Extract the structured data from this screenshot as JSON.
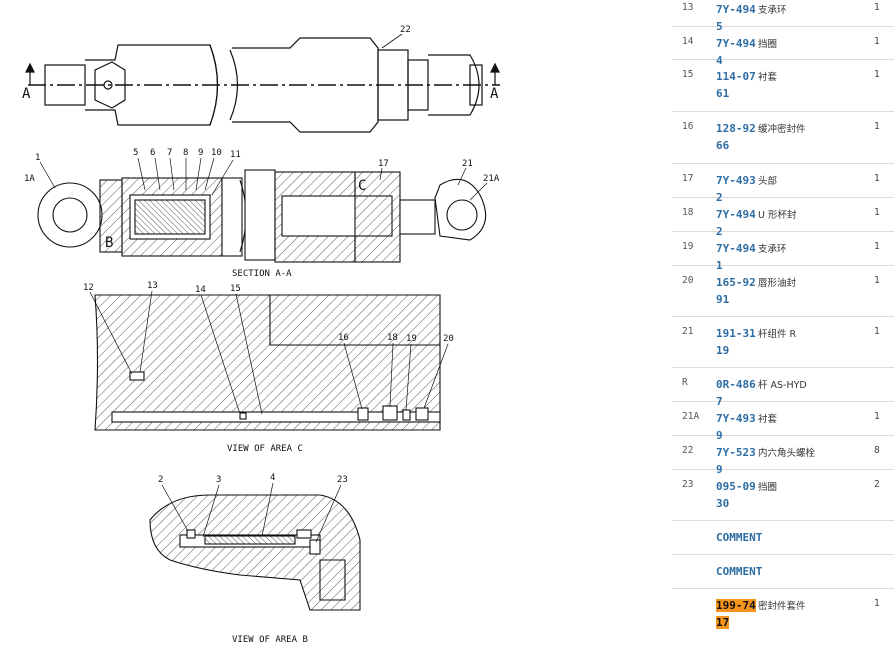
{
  "diagram": {
    "callouts_top": [
      "22"
    ],
    "section_marks": [
      "A",
      "A"
    ],
    "callouts_section": [
      "1",
      "1A",
      "5",
      "6",
      "7",
      "8",
      "9",
      "10",
      "11",
      "17",
      "21",
      "21A"
    ],
    "section_letters": [
      "B",
      "C"
    ],
    "section_caption": "SECTION A-A",
    "callouts_area_c": [
      "12",
      "13",
      "14",
      "15",
      "16",
      "18",
      "19",
      "20"
    ],
    "area_c_caption": "VIEW OF AREA C",
    "callouts_area_b": [
      "2",
      "3",
      "4",
      "23"
    ],
    "area_b_caption": "VIEW OF AREA B"
  },
  "parts": [
    {
      "idx": "13",
      "pn": "7Y-4945",
      "desc": "支承环",
      "qty": "1"
    },
    {
      "idx": "14",
      "pn": "7Y-4944",
      "desc": "挡圈",
      "qty": "1"
    },
    {
      "idx": "15",
      "pn": "114-0761",
      "desc": "衬套",
      "qty": "1"
    },
    {
      "idx": "16",
      "pn": "128-9266",
      "desc": "缓冲密封件",
      "qty": "1"
    },
    {
      "idx": "17",
      "pn": "7Y-4932",
      "desc": "头部",
      "qty": "1"
    },
    {
      "idx": "18",
      "pn": "7Y-4942",
      "desc": "U 形杯封",
      "qty": "1"
    },
    {
      "idx": "19",
      "pn": "7Y-4941",
      "desc": "支承环",
      "qty": "1"
    },
    {
      "idx": "20",
      "pn": "165-9291",
      "desc": "唇形油封",
      "qty": "1"
    },
    {
      "idx": "21",
      "pn": "191-3119",
      "desc": "杆组件 R",
      "qty": "1"
    },
    {
      "idx": "R",
      "pn": "0R-4867",
      "desc": "杆 AS-HYD",
      "qty": ""
    },
    {
      "idx": "21A",
      "pn": "7Y-4939",
      "desc": "衬套",
      "qty": "1"
    },
    {
      "idx": "22",
      "pn": "7Y-5239",
      "desc": "内六角头螺栓",
      "qty": "8"
    },
    {
      "idx": "23",
      "pn": "095-0930",
      "desc": "挡圈",
      "qty": "2"
    },
    {
      "idx": "",
      "pn": "COMMENT",
      "desc": "",
      "qty": ""
    },
    {
      "idx": "",
      "pn": "COMMENT",
      "desc": "",
      "qty": ""
    },
    {
      "idx": "",
      "pn": "199-7417",
      "desc": "密封件套件",
      "qty": "1",
      "highlight": true
    }
  ]
}
